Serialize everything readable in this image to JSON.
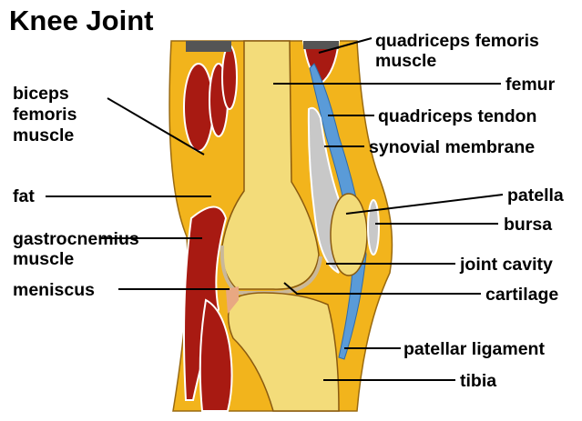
{
  "title": "Knee Joint",
  "labels_left": {
    "biceps_femoris": [
      "biceps",
      "femoris",
      "muscle"
    ],
    "fat": "fat",
    "gastrocnemius": [
      "gastrocnemius",
      "muscle"
    ],
    "meniscus": "meniscus"
  },
  "labels_right": {
    "quadriceps_femoris": [
      "quadriceps femoris",
      "muscle"
    ],
    "femur": "femur",
    "quadriceps_tendon": "quadriceps tendon",
    "synovial_membrane": "synovial membrane",
    "patella": "patella",
    "bursa": "bursa",
    "joint_cavity": "joint cavity",
    "cartilage": "cartilage",
    "patellar_ligament": "patellar ligament",
    "tibia": "tibia"
  },
  "colors": {
    "fat": "#f2b41c",
    "bone": "#f3dc7a",
    "marrow": "#f7ea9c",
    "muscle": "#a81a12",
    "tendon": "#5a9bd8",
    "synovial": "#c8c8c8",
    "outline": "#8a5a10"
  }
}
